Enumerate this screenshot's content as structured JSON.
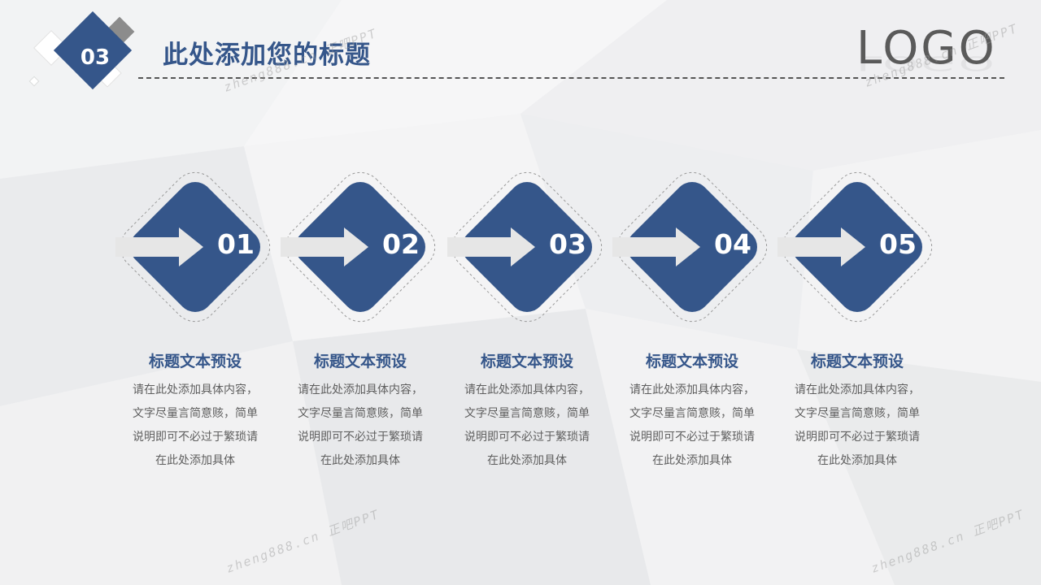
{
  "header": {
    "section_number": "03",
    "title": "此处添加您的标题",
    "logo_text": "LOGO"
  },
  "colors": {
    "accent": "#35568a",
    "text_gray": "#5f5f5f",
    "arrow_gray": "#e6e6e6"
  },
  "steps": [
    {
      "number": "01",
      "title": "标题文本预设",
      "desc": "请在此处添加具体内容，\n文字尽量言简意赅，简单\n说明即可不必过于繁琐请\n在此处添加具体"
    },
    {
      "number": "02",
      "title": "标题文本预设",
      "desc": "请在此处添加具体内容，\n文字尽量言简意赅，简单\n说明即可不必过于繁琐请\n在此处添加具体"
    },
    {
      "number": "03",
      "title": "标题文本预设",
      "desc": "请在此处添加具体内容，\n文字尽量言简意赅，简单\n说明即可不必过于繁琐请\n在此处添加具体"
    },
    {
      "number": "04",
      "title": "标题文本预设",
      "desc": "请在此处添加具体内容，\n文字尽量言简意赅，简单\n说明即可不必过于繁琐请\n在此处添加具体"
    },
    {
      "number": "05",
      "title": "标题文本预设",
      "desc": "请在此处添加具体内容，\n文字尽量言简意赅，简单\n说明即可不必过于繁琐请\n在此处添加具体"
    }
  ],
  "watermarks": [
    "zheng888.cn 正吧PPT",
    "zheng888.cn 正吧PPT",
    "zheng888.cn 正吧PPT",
    "zheng888.cn 正吧PPT"
  ]
}
